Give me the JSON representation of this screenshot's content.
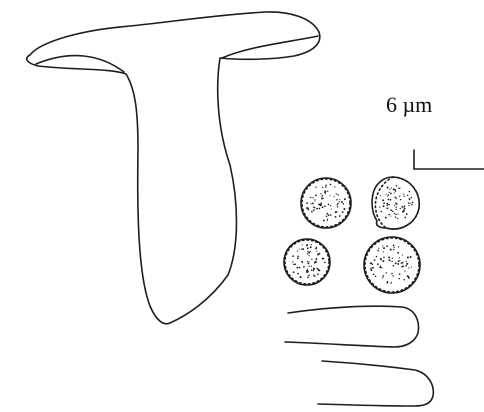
{
  "figure": {
    "scale_bar_label": "6 µm",
    "ink_color": "#1e1e1e",
    "background": "#ffffff",
    "elements": [
      {
        "kind": "pileocystidium",
        "icon": "t-shaped-cell-icon"
      },
      {
        "kind": "spore",
        "icon": "echinulate-spore-icon",
        "count": 4
      },
      {
        "kind": "basidium",
        "icon": "club-shaped-cell-icon",
        "count": 2
      }
    ]
  }
}
